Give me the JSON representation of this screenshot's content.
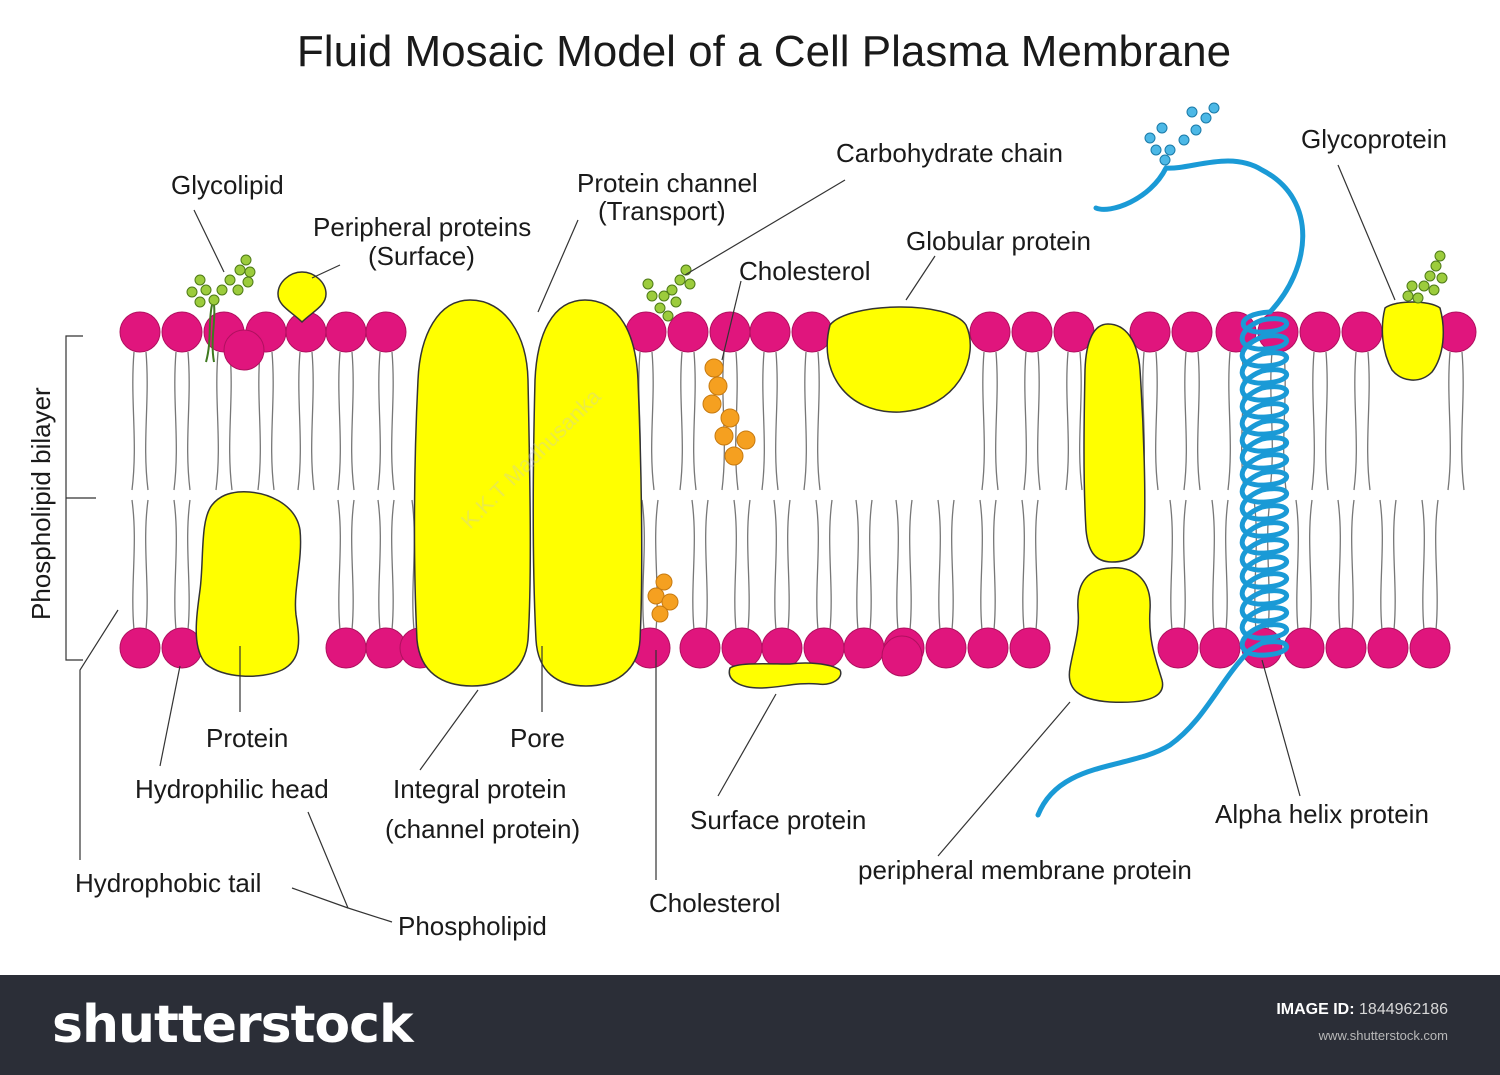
{
  "title": "Fluid Mosaic Model of a Cell Plasma Membrane",
  "labels": {
    "glycolipid": "Glycolipid",
    "peripheral_proteins_1": "Peripheral proteins",
    "peripheral_proteins_2": "(Surface)",
    "protein_channel_1": "Protein channel",
    "protein_channel_2": "(Transport)",
    "carbohydrate_chain": "Carbohydrate chain",
    "cholesterol_top": "Cholesterol",
    "globular_protein": "Globular protein",
    "glycoprotein": "Glycoprotein",
    "phospholipid_bilayer": "Phospholipid bilayer",
    "protein": "Protein",
    "pore": "Pore",
    "hydrophilic_head": "Hydrophilic head",
    "integral_protein_1": "Integral protein",
    "integral_protein_2": "(channel protein)",
    "surface_protein": "Surface protein",
    "alpha_helix_protein": "Alpha helix protein",
    "peripheral_membrane_protein": "peripheral membrane protein",
    "hydrophobic_tail": "Hydrophobic tail",
    "cholesterol_bottom": "Cholesterol",
    "phospholipid": "Phospholipid"
  },
  "watermark": "K.K.T Madhusanka",
  "footer": {
    "brand": "shutterstock",
    "image_id_label": "IMAGE ID:",
    "image_id": "1844962186",
    "site": "www.shutterstock.com"
  },
  "colors": {
    "head": "#e0157d",
    "protein": "#ffff00",
    "cholesterol": "#f5a020",
    "helix": "#1a9ad6",
    "sugar": "#9ccc3c",
    "footer_bg": "#2b2e37"
  }
}
